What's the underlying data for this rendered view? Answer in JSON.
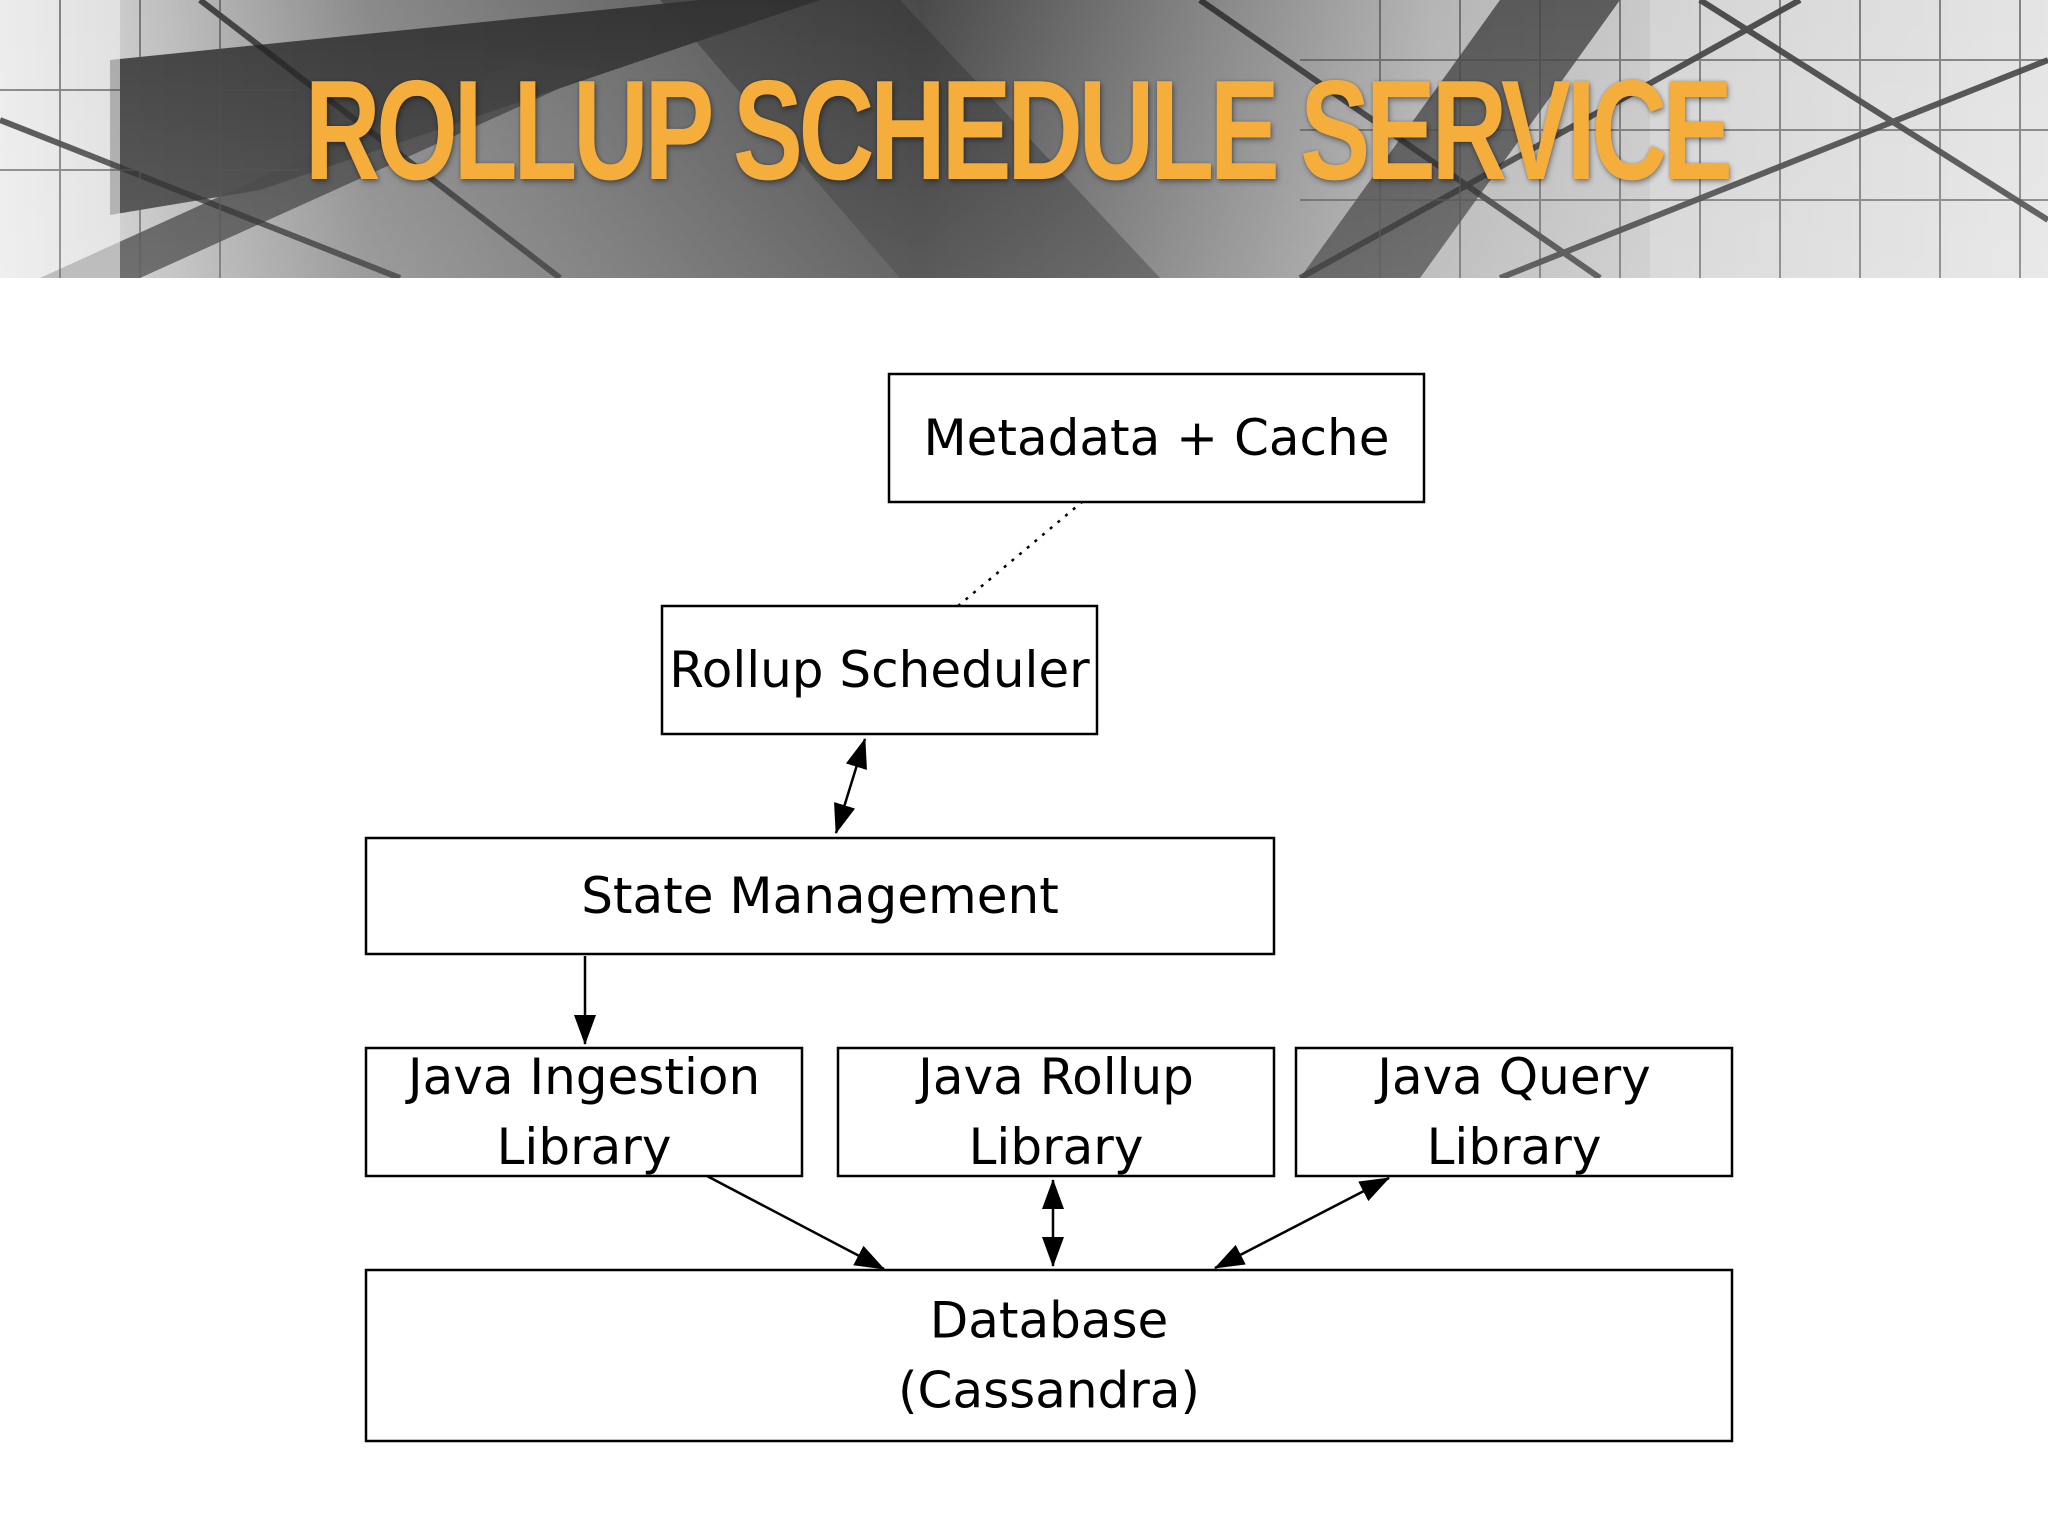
{
  "slide": {
    "title": "ROLLUP SCHEDULE SERVICE"
  },
  "colors": {
    "title": "#f5ae3c",
    "node_border": "#000000",
    "background": "#ffffff",
    "header_photo": "grayscale"
  },
  "diagram": {
    "nodes": [
      {
        "id": "metadata-cache",
        "lines": [
          "Metadata + Cache"
        ]
      },
      {
        "id": "rollup-scheduler",
        "lines": [
          "Rollup Scheduler"
        ]
      },
      {
        "id": "state-management",
        "lines": [
          "State Management"
        ]
      },
      {
        "id": "java-ingestion-library",
        "lines": [
          "Java Ingestion",
          "Library"
        ]
      },
      {
        "id": "java-rollup-library",
        "lines": [
          "Java Rollup",
          "Library"
        ]
      },
      {
        "id": "java-query-library",
        "lines": [
          "Java Query",
          "Library"
        ]
      },
      {
        "id": "database",
        "lines": [
          "Database",
          "(Cassandra)"
        ]
      }
    ],
    "edges": [
      {
        "from": "rollup-scheduler",
        "to": "metadata-cache",
        "style": "dotted",
        "arrow": "none"
      },
      {
        "from": "rollup-scheduler",
        "to": "state-management",
        "style": "solid",
        "arrow": "both"
      },
      {
        "from": "state-management",
        "to": "java-ingestion-library",
        "style": "solid",
        "arrow": "end"
      },
      {
        "from": "java-ingestion-library",
        "to": "database",
        "style": "solid",
        "arrow": "end"
      },
      {
        "from": "java-rollup-library",
        "to": "database",
        "style": "solid",
        "arrow": "both"
      },
      {
        "from": "java-query-library",
        "to": "database",
        "style": "solid",
        "arrow": "both"
      }
    ]
  }
}
